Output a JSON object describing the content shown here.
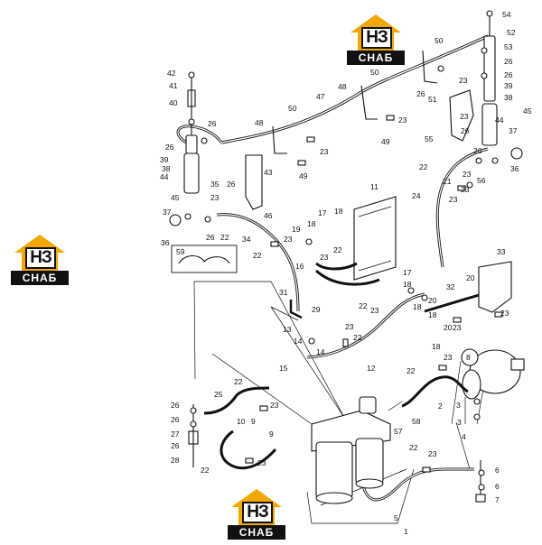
{
  "logo": {
    "mark": "НЗ",
    "text": "СНАБ"
  },
  "callout_circle": "8",
  "labels": [
    {
      "id": "l54",
      "t": "54"
    },
    {
      "id": "l52",
      "t": "52"
    },
    {
      "id": "l53",
      "t": "53"
    },
    {
      "id": "l26a",
      "t": "26"
    },
    {
      "id": "l50a",
      "t": "50"
    },
    {
      "id": "l50b",
      "t": "50"
    },
    {
      "id": "l50c",
      "t": "50"
    },
    {
      "id": "l26b",
      "t": "26"
    },
    {
      "id": "l39a",
      "t": "39"
    },
    {
      "id": "l38a",
      "t": "38"
    },
    {
      "id": "l23a",
      "t": "23"
    },
    {
      "id": "l42",
      "t": "42"
    },
    {
      "id": "l41",
      "t": "41"
    },
    {
      "id": "l40",
      "t": "40"
    },
    {
      "id": "l48a",
      "t": "48"
    },
    {
      "id": "l47",
      "t": "47"
    },
    {
      "id": "l26c",
      "t": "26"
    },
    {
      "id": "l51",
      "t": "51"
    },
    {
      "id": "l45a",
      "t": "45"
    },
    {
      "id": "l44a",
      "t": "44"
    },
    {
      "id": "l23b",
      "t": "23"
    },
    {
      "id": "l23c",
      "t": "23"
    },
    {
      "id": "l37a",
      "t": "37"
    },
    {
      "id": "l26d",
      "t": "26"
    },
    {
      "id": "l48b",
      "t": "48"
    },
    {
      "id": "l49a",
      "t": "49"
    },
    {
      "id": "l55",
      "t": "55"
    },
    {
      "id": "l26e",
      "t": "26"
    },
    {
      "id": "l26f",
      "t": "26"
    },
    {
      "id": "l36a",
      "t": "36"
    },
    {
      "id": "l26g",
      "t": "26"
    },
    {
      "id": "l23d",
      "t": "23"
    },
    {
      "id": "l39b",
      "t": "39"
    },
    {
      "id": "l43",
      "t": "43"
    },
    {
      "id": "l38b",
      "t": "38"
    },
    {
      "id": "l49b",
      "t": "49"
    },
    {
      "id": "l44b",
      "t": "44"
    },
    {
      "id": "l35",
      "t": "35"
    },
    {
      "id": "l26h",
      "t": "26"
    },
    {
      "id": "l22a",
      "t": "22"
    },
    {
      "id": "l23e",
      "t": "23"
    },
    {
      "id": "l56",
      "t": "56"
    },
    {
      "id": "l45b",
      "t": "45"
    },
    {
      "id": "l21",
      "t": "21"
    },
    {
      "id": "l23f",
      "t": "23"
    },
    {
      "id": "l11",
      "t": "11"
    },
    {
      "id": "l24",
      "t": "24"
    },
    {
      "id": "l23g",
      "t": "23"
    },
    {
      "id": "l46",
      "t": "46"
    },
    {
      "id": "l37b",
      "t": "37"
    },
    {
      "id": "l26i",
      "t": "26"
    },
    {
      "id": "l23h",
      "t": "23"
    },
    {
      "id": "l22b",
      "t": "22"
    },
    {
      "id": "l36b",
      "t": "36"
    },
    {
      "id": "l19",
      "t": "19"
    },
    {
      "id": "l18a",
      "t": "18"
    },
    {
      "id": "l17a",
      "t": "17"
    },
    {
      "id": "l18b",
      "t": "18"
    },
    {
      "id": "l23i",
      "t": "23"
    },
    {
      "id": "l22c",
      "t": "22"
    },
    {
      "id": "l34",
      "t": "34"
    },
    {
      "id": "l22d",
      "t": "22"
    },
    {
      "id": "l16",
      "t": "16"
    },
    {
      "id": "l23j",
      "t": "23"
    },
    {
      "id": "l59",
      "t": "59"
    },
    {
      "id": "l33",
      "t": "33"
    },
    {
      "id": "l17b",
      "t": "17"
    },
    {
      "id": "l18c",
      "t": "18"
    },
    {
      "id": "l20a",
      "t": "20"
    },
    {
      "id": "l31",
      "t": "31"
    },
    {
      "id": "l32",
      "t": "32"
    },
    {
      "id": "l22e",
      "t": "22"
    },
    {
      "id": "l23k",
      "t": "23"
    },
    {
      "id": "l18d",
      "t": "18"
    },
    {
      "id": "l20b",
      "t": "20"
    },
    {
      "id": "l29",
      "t": "29"
    },
    {
      "id": "l18e",
      "t": "18"
    },
    {
      "id": "l23l",
      "t": "23"
    },
    {
      "id": "l20c",
      "t": "20"
    },
    {
      "id": "l23m",
      "t": "23"
    },
    {
      "id": "l23n",
      "t": "23"
    },
    {
      "id": "l13",
      "t": "13"
    },
    {
      "id": "l22f",
      "t": "22"
    },
    {
      "id": "l14a",
      "t": "14"
    },
    {
      "id": "l14b",
      "t": "14"
    },
    {
      "id": "l18f",
      "t": "18"
    },
    {
      "id": "l15",
      "t": "15"
    },
    {
      "id": "l12",
      "t": "12"
    },
    {
      "id": "l23o",
      "t": "23"
    },
    {
      "id": "l22g",
      "t": "22"
    },
    {
      "id": "l22h",
      "t": "22"
    },
    {
      "id": "l25",
      "t": "25"
    },
    {
      "id": "l23p",
      "t": "23"
    },
    {
      "id": "l3a",
      "t": "3"
    },
    {
      "id": "l26j",
      "t": "26"
    },
    {
      "id": "l2",
      "t": "2"
    },
    {
      "id": "l26k",
      "t": "26"
    },
    {
      "id": "l10",
      "t": "10"
    },
    {
      "id": "l9a",
      "t": "9"
    },
    {
      "id": "l58",
      "t": "58"
    },
    {
      "id": "l3b",
      "t": "3"
    },
    {
      "id": "l27",
      "t": "27"
    },
    {
      "id": "l57",
      "t": "57"
    },
    {
      "id": "l4",
      "t": "4"
    },
    {
      "id": "l26l",
      "t": "26"
    },
    {
      "id": "l9b",
      "t": "9"
    },
    {
      "id": "l28",
      "t": "28"
    },
    {
      "id": "l22i",
      "t": "22"
    },
    {
      "id": "l23q",
      "t": "23"
    },
    {
      "id": "l22j",
      "t": "22"
    },
    {
      "id": "l23r",
      "t": "23"
    },
    {
      "id": "l6a",
      "t": "6"
    },
    {
      "id": "l6b",
      "t": "6"
    },
    {
      "id": "l7",
      "t": "7"
    },
    {
      "id": "l5",
      "t": "5"
    },
    {
      "id": "l1",
      "t": "1"
    }
  ]
}
